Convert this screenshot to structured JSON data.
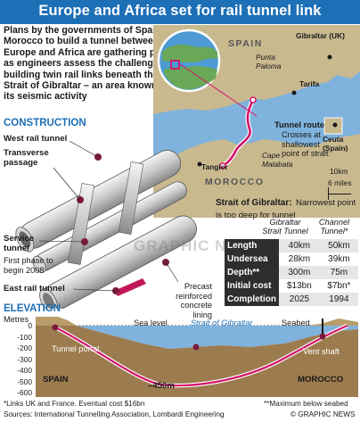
{
  "title": "Europe and Africa set for rail tunnel link",
  "intro": "Plans by the governments of Spain and Morocco to build a tunnel between Europe and Africa are gathering pace as engineers assess the challenges of building twin rail links beneath the Strait of Gibraltar – an area known for its seismic activity",
  "construction": {
    "heading": "CONSTRUCTION",
    "west_rail_tunnel": "West rail tunnel",
    "transverse_passage": "Transverse passage",
    "service_tunnel": "Service tunnel",
    "service_note": "First phase to begin 2008",
    "east_rail_tunnel": "East rail tunnel",
    "precast_note": "Precast reinforced concrete lining"
  },
  "map": {
    "spain": "SPAIN",
    "morocco": "MOROCCO",
    "gibraltar": "Gibraltar (UK)",
    "punta_paloma": "Punta Paloma",
    "tarifa": "Tarifa",
    "tangier": "Tangier",
    "cape_malabata": "Cape Malabata",
    "ceuta": "Ceuta (Spain)",
    "scale_km": "10km",
    "scale_mi": "6 miles",
    "route_title": "Tunnel route",
    "route_note": "Crosses at shallowest point of strait"
  },
  "strait": {
    "heading": "Strait of Gibraltar:",
    "note": "Narrowest point is too deep for tunnel",
    "col1": "Gibraltar Strait Tunnel",
    "col2": "Channel Tunnel*",
    "rows": [
      {
        "label": "Length",
        "v1": "40km",
        "v2": "50km"
      },
      {
        "label": "Undersea",
        "v1": "28km",
        "v2": "39km"
      },
      {
        "label": "Depth**",
        "v1": "300m",
        "v2": "75m"
      },
      {
        "label": "Initial cost",
        "v1": "$13bn",
        "v2": "$7bn*"
      },
      {
        "label": "Completion",
        "v1": "2025",
        "v2": "1994"
      }
    ]
  },
  "elevation": {
    "heading": "ELEVATION",
    "metres": "Metres",
    "ticks": [
      "0",
      "-100",
      "-200",
      "-300",
      "-400",
      "-500",
      "-600"
    ],
    "sea_level": "Sea level",
    "strait_label": "Strait of Gibraltar",
    "seabed": "Seabed",
    "tunnel_portal": "Tunnel portal",
    "vent_shaft": "Vent shaft",
    "spain": "SPAIN",
    "morocco": "MOROCCO",
    "depth_label": "–450m"
  },
  "footnotes": {
    "links": "*Links UK and France. Eventual cost $16bn",
    "max": "**Maximum below seabed",
    "sources": "Sources: International Tunnelling Association, Lombardi Engineering",
    "credit": "© GRAPHIC NEWS"
  },
  "watermark": "GRAPHIC NEWS",
  "colors": {
    "accent": "#1d6fb6",
    "route": "#d4146a",
    "land": "#c9b98f",
    "sea": "#7fb2dc",
    "dark": "#2e2e2e"
  }
}
